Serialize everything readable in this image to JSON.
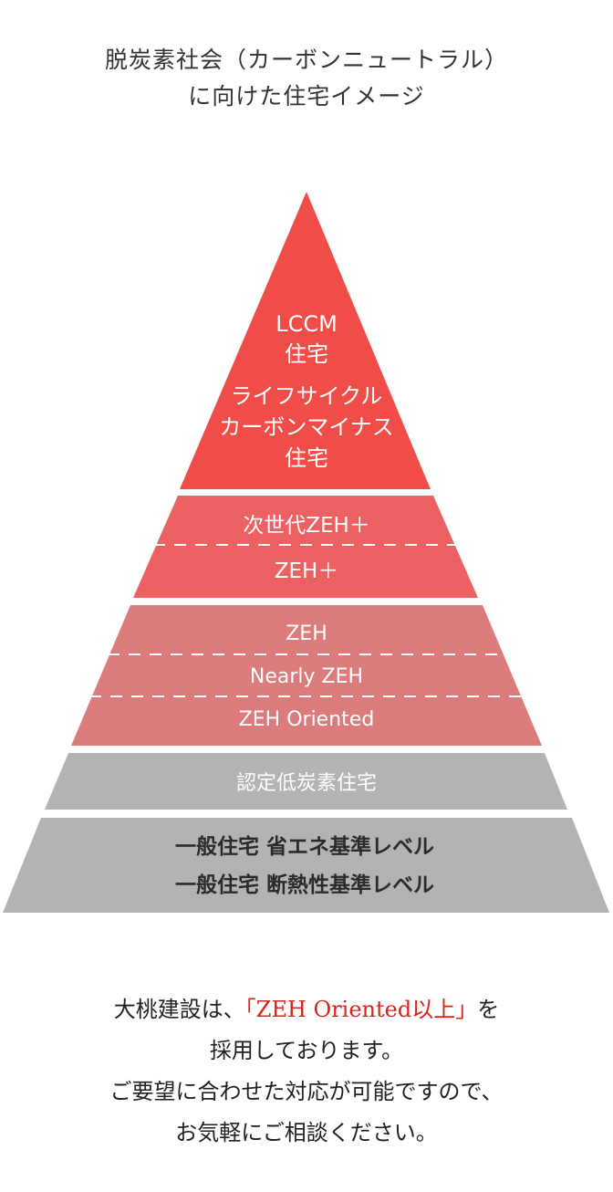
{
  "title": {
    "line1": "脱炭素社会（カーボンニュートラル）",
    "line2": "に向けた住宅イメージ"
  },
  "pyramid": {
    "tiers": [
      {
        "id": "lccm",
        "lines": [
          "LCCM",
          "住宅",
          "ライフサイクル",
          "カーボンマイナス",
          "住宅"
        ]
      },
      {
        "id": "zeh-plus",
        "lines": [
          "次世代ZEH＋",
          "ZEH＋"
        ]
      },
      {
        "id": "zeh",
        "lines": [
          "ZEH",
          "Nearly ZEH",
          "ZEH Oriented"
        ]
      },
      {
        "id": "certified",
        "lines": [
          "認定低炭素住宅"
        ]
      },
      {
        "id": "general",
        "lines": [
          "一般住宅 省エネ基準レベル",
          "一般住宅 断熱性基準レベル"
        ]
      }
    ]
  },
  "colors": {
    "tier_top": "#f04c48",
    "tier_second": "#ec6262",
    "tier_third": "#db7b7b",
    "tier_gray": "#b3b3b3",
    "text_light": "#ffffff",
    "text_dark": "#2b2b2b",
    "accent_red": "#d9241b"
  },
  "footer": {
    "line1_before": "大桃建設は、",
    "line1_accent": "「ZEH Oriented以上」",
    "line1_after": "を",
    "line2": "採用しております。",
    "line3": "ご要望に合わせた対応が可能ですので、",
    "line4": "お気軽にご相談ください。"
  }
}
